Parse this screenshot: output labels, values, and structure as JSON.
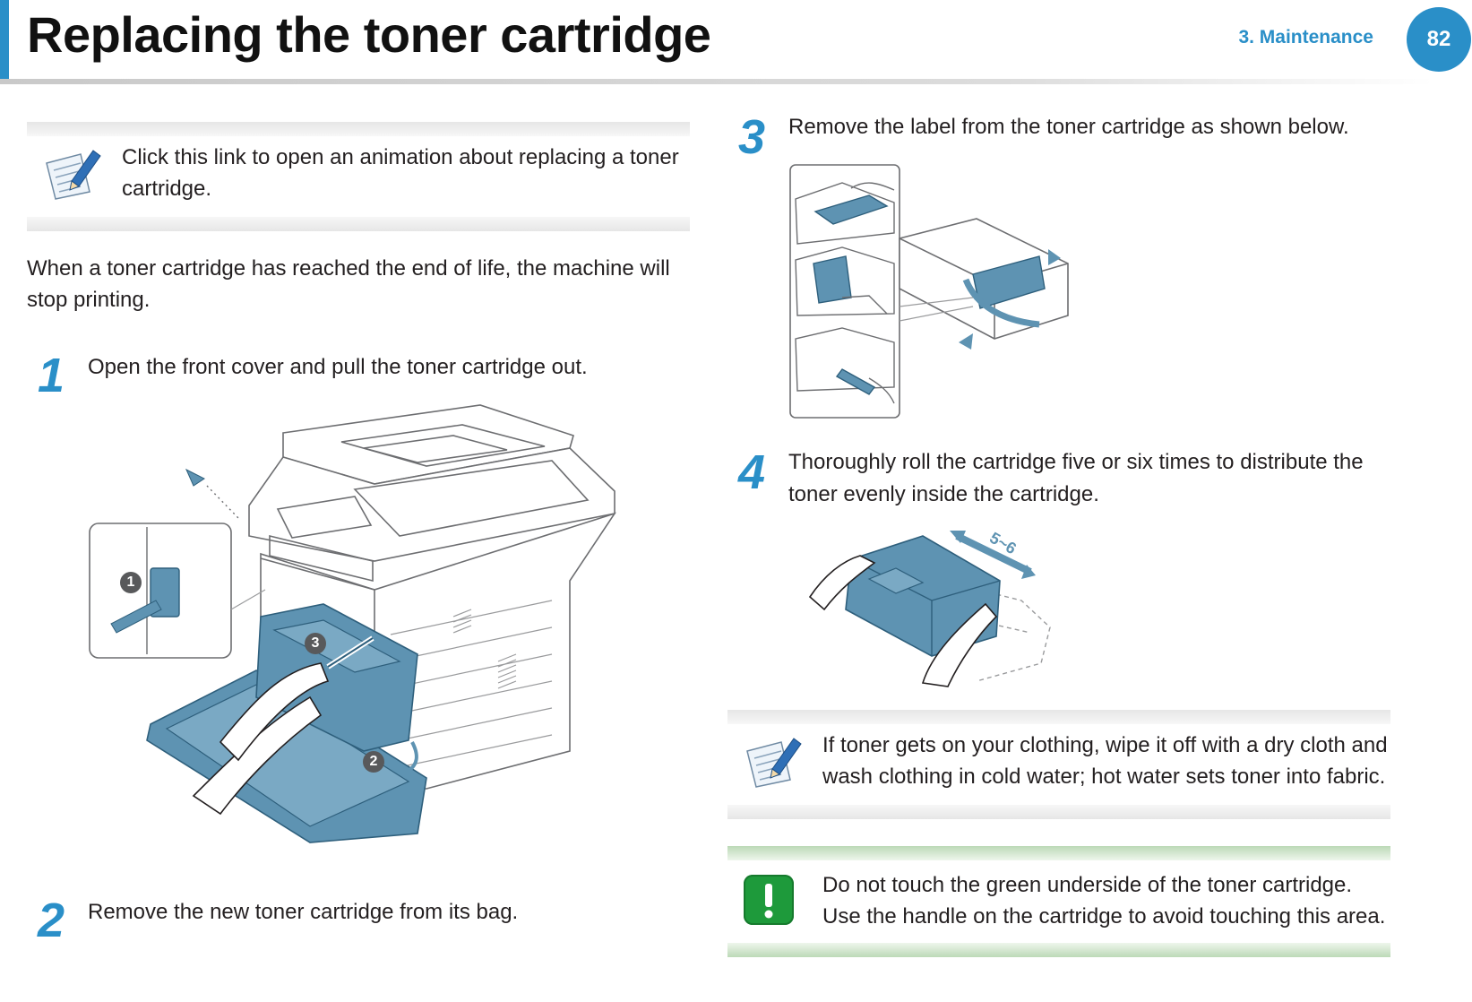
{
  "header": {
    "title": "Replacing the toner cartridge",
    "chapter": "3.  Maintenance",
    "page_number": "82"
  },
  "note_animation": {
    "text": "Click this link to open an animation about replacing a toner cartridge.",
    "icon": "note-pencil-icon"
  },
  "intro": "When a toner cartridge has reached the end of life, the machine will stop printing.",
  "steps": [
    {
      "number": "1",
      "text": "Open the front cover and pull the toner cartridge out."
    },
    {
      "number": "2",
      "text": "Remove the new toner cartridge from its bag."
    },
    {
      "number": "3",
      "text": "Remove the label from the toner cartridge as shown below."
    },
    {
      "number": "4",
      "text": "Thoroughly roll the cartridge five or six times to distribute the toner evenly inside the cartridge."
    }
  ],
  "figure1": {
    "callouts": [
      "1",
      "2",
      "3"
    ]
  },
  "figure4": {
    "roll_label": "5~6"
  },
  "note_clothing": {
    "text": "If toner gets on your clothing, wipe it off with a dry cloth and wash clothing in cold water; hot water sets toner into fabric.",
    "icon": "note-pencil-icon"
  },
  "warning": {
    "text": "Do not touch the green underside of the toner cartridge. Use the handle on the cartridge to avoid touching this area.",
    "icon": "exclamation-icon",
    "color": "#1e9a3b"
  },
  "colors": {
    "accent": "#2a8fc8",
    "cartridge": "#5e93b2"
  }
}
